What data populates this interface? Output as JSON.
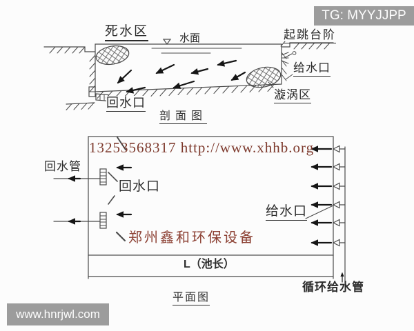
{
  "watermarks": {
    "top_right": "TG: MYYJJPP",
    "bottom_left": "www.hnrjwl.com",
    "phone_url": "13253568317 http://www.xhhb.org",
    "company": "郑州鑫和环保设备"
  },
  "section_view": {
    "title": "剖面图",
    "labels": {
      "dead_water_zone": "死水区",
      "water_surface": "水面",
      "jump_steps": "起跳台阶",
      "water_inlet": "给水口",
      "vortex_zone": "漩涡区",
      "return_outlet": "回水口"
    }
  },
  "plan_view": {
    "title": "平面图",
    "labels": {
      "return_pipe": "回水管",
      "return_outlet": "回水口",
      "water_inlet": "给水口",
      "pool_length": "L（池长）",
      "circulation_pipe": "循环给水管"
    }
  },
  "colors": {
    "watermark_bg": "#9c9c9c",
    "red_text": "#7d392c",
    "line": "#4a4a4a"
  }
}
